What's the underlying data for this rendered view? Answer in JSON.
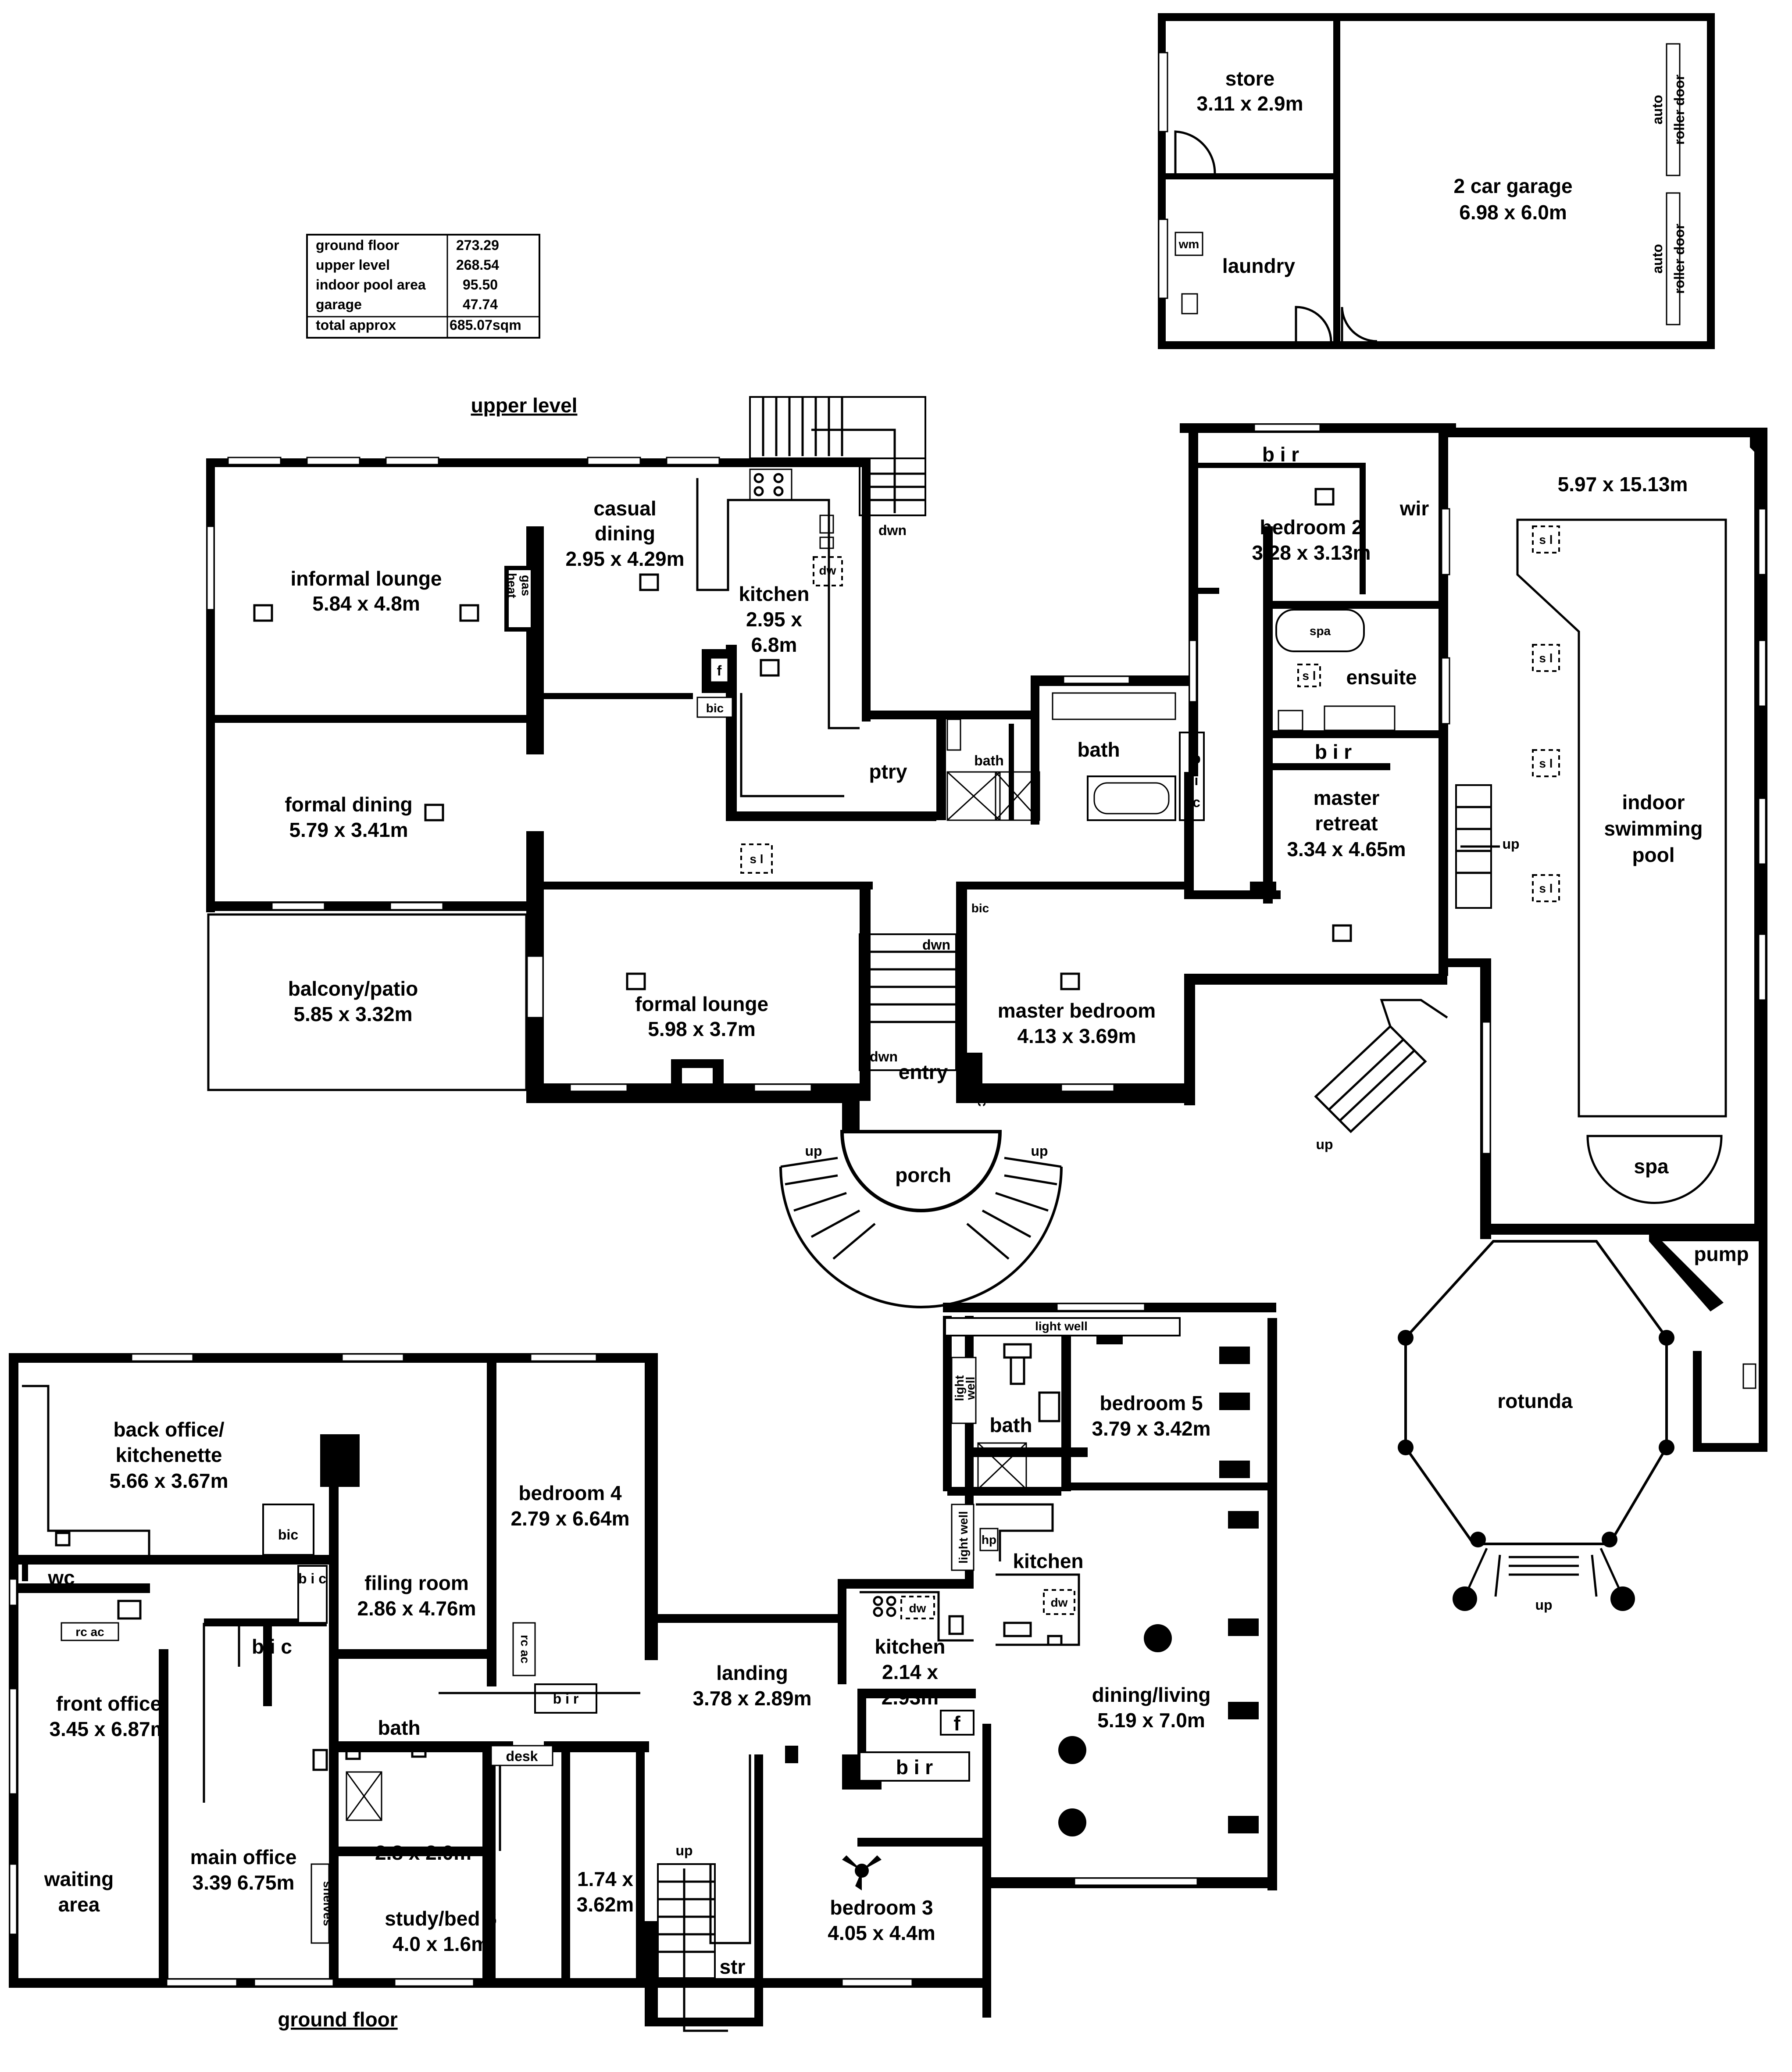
{
  "area_table": {
    "rows": [
      {
        "label": "ground floor",
        "value": "273.29"
      },
      {
        "label": "upper level",
        "value": "268.54"
      },
      {
        "label": "indoor pool area",
        "value": "95.50"
      },
      {
        "label": "garage",
        "value": "47.74"
      },
      {
        "label": "total approx",
        "value": "685.07sqm"
      }
    ]
  },
  "titles": {
    "upper": "upper level",
    "ground": "ground floor"
  },
  "outbuilding": {
    "store": {
      "name": "store",
      "dim": "3.11 x 2.9m"
    },
    "laundry": {
      "name": "laundry",
      "wm": "wm"
    },
    "garage": {
      "name": "2 car garage",
      "dim": "6.98 x 6.0m"
    },
    "roller1": {
      "l1": "auto",
      "l2": "roller door"
    },
    "roller2": {
      "l1": "auto",
      "l2": "roller door"
    }
  },
  "upper": {
    "informal_lounge": {
      "name": "informal lounge",
      "dim": "5.84 x 4.8m"
    },
    "gas_heat": {
      "l1": "gas",
      "l2": "heat"
    },
    "casual_dining": {
      "name": "casual",
      "name2": "dining",
      "dim": "2.95 x 4.29m"
    },
    "kitchen": {
      "name": "kitchen",
      "dim1": "2.95 x",
      "dim2": "6.8m",
      "dw": "dw",
      "f": "f",
      "bic": "bic"
    },
    "stairs_dwn": "dwn",
    "formal_dining": {
      "name": "formal dining",
      "dim": "5.79 x 3.41m"
    },
    "ptry": "ptry",
    "bath_small": "bath",
    "bath": "bath",
    "bic_v": [
      "b",
      "i",
      "c"
    ],
    "sl": "s l",
    "balcony": {
      "name": "balcony/patio",
      "dim": "5.85 x 3.32m"
    },
    "formal_lounge": {
      "name": "formal lounge",
      "dim": "5.98 x 3.7m"
    },
    "entry": {
      "name": "entry",
      "dwn1": "dwn",
      "dwn2": "dwn",
      "bic": "bic"
    },
    "bic_small": "bic",
    "master_bedroom": {
      "name": "master bedroom",
      "dim": "4.13 x 3.69m"
    },
    "porch": {
      "name": "porch",
      "up_left": "up",
      "up_right": "up"
    },
    "bedroom2": {
      "bir": "b i r",
      "name": "bedroom 2",
      "dim": "3.28 x 3.13m"
    },
    "wir": "wir",
    "spa_small": "spa",
    "ensuite": "ensuite",
    "ensuite_bir": "b i r",
    "master_retreat": {
      "name1": "master",
      "name2": "retreat",
      "dim": "3.34 x 4.65m",
      "up": "up"
    },
    "pool": {
      "dim": "5.97 x 15.13m",
      "name1": "indoor",
      "name2": "swimming",
      "name3": "pool",
      "spa": "spa",
      "sl": "s l"
    },
    "stair_up": "up",
    "pump": "pump",
    "rotunda": {
      "name": "rotunda",
      "up": "up"
    }
  },
  "ground": {
    "back_office": {
      "name1": "back office/",
      "name2": "kitchenette",
      "dim": "5.66 x 3.67m",
      "bic": "bic"
    },
    "wc": "wc",
    "rc_ac": "rc ac",
    "bic_v": "b i c",
    "bic_h": "b i c",
    "front_office": {
      "name": "front office",
      "dim": "3.45 x 6.87m"
    },
    "waiting": {
      "name1": "waiting",
      "name2": "area"
    },
    "main_office": {
      "name": "main office",
      "dim": "3.39 6.75m",
      "shelves": "shelves"
    },
    "filing_room": {
      "name": "filing room",
      "dim": "2.86 x 4.76m",
      "rc_ac": "rc ac"
    },
    "bedroom4": {
      "name": "bedroom 4",
      "dim": "2.79 x 6.64m",
      "bir": "b i r"
    },
    "bath": "bath",
    "room_2_8": "2.8 x 2.0m",
    "study": {
      "name": "study/bed 6",
      "dim": "4.0 x 1.6m",
      "desk": "desk"
    },
    "room_1_74": {
      "l1": "1.74 x",
      "l2": "3.62m"
    },
    "landing": {
      "name": "landing",
      "dim": "3.78 x 2.89m"
    },
    "stairs": {
      "up": "up",
      "str": "str"
    },
    "kitchen_small": {
      "name": "kitchen",
      "dim1": "2.14 x",
      "dim2": "2.93m",
      "dw": "dw",
      "f": "f"
    },
    "bedroom3": {
      "name": "bedroom 3",
      "dim": "4.05 x 4.4m",
      "bir": "b i r"
    },
    "light_well_top": "light well",
    "light_well_side1": {
      "l1": "light",
      "l2": "well"
    },
    "light_well_side2": "light well",
    "bath2": "bath",
    "bedroom5": {
      "name": "bedroom 5",
      "dim": "3.79 x 3.42m"
    },
    "kitchen": {
      "name": "kitchen",
      "hp": "hp",
      "dw": "dw"
    },
    "dining_living": {
      "name": "dining/living",
      "dim": "5.19 x 7.0m"
    }
  }
}
